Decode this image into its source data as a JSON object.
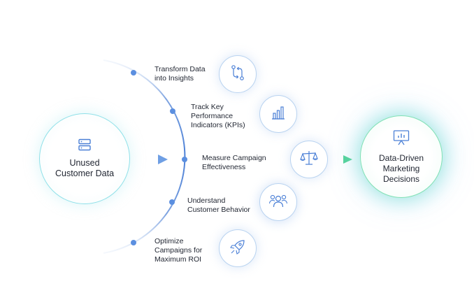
{
  "source": {
    "label_line1": "Unused",
    "label_line2": "Customer Data",
    "icon": "server-icon"
  },
  "target": {
    "label_line1": "Data-Driven",
    "label_line2": "Marketing",
    "label_line3": "Decisions",
    "icon": "presentation-chart-icon"
  },
  "steps": [
    {
      "lines": [
        "Transform Data",
        "into Insights"
      ],
      "icon": "transform-arrows-icon"
    },
    {
      "lines": [
        "Track Key",
        "Performance",
        "Indicators (KPIs)"
      ],
      "icon": "bar-chart-icon"
    },
    {
      "lines": [
        "Measure Campaign",
        "Effectiveness"
      ],
      "icon": "balance-scale-icon"
    },
    {
      "lines": [
        "Understand",
        "Customer Behavior"
      ],
      "icon": "users-icon"
    },
    {
      "lines": [
        "Optimize",
        "Campaigns for",
        "Maximum ROI"
      ],
      "icon": "rocket-icon"
    }
  ],
  "colors": {
    "arc": "#4a7fd6",
    "dot": "#5b8fe0",
    "target_accent": "#56d39a",
    "source_accent": "#8fe0e8"
  }
}
